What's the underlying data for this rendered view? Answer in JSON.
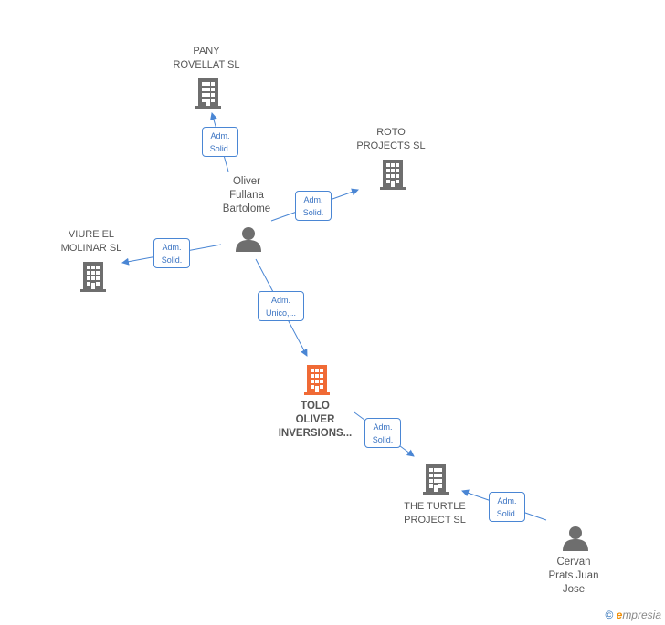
{
  "nodes": {
    "pany": {
      "line1": "PANY",
      "line2": "ROVELLAT SL"
    },
    "roto": {
      "line1": "ROTO",
      "line2": "PROJECTS  SL"
    },
    "viure": {
      "line1": "VIURE EL",
      "line2": "MOLINAR  SL"
    },
    "oliver": {
      "line1": "Oliver",
      "line2": "Fullana",
      "line3": "Bartolome"
    },
    "tolo": {
      "line1": "TOLO",
      "line2": "OLIVER",
      "line3": "INVERSIONS..."
    },
    "turtle": {
      "line1": "THE TURTLE",
      "line2": "PROJECT  SL"
    },
    "cervan": {
      "line1": "Cervan",
      "line2": "Prats Juan",
      "line3": "Jose"
    }
  },
  "edges": {
    "e1": {
      "l1": "Adm.",
      "l2": "Solid."
    },
    "e2": {
      "l1": "Adm.",
      "l2": "Solid."
    },
    "e3": {
      "l1": "Adm.",
      "l2": "Solid."
    },
    "e4": {
      "l1": "Adm.",
      "l2": "Unico,..."
    },
    "e5": {
      "l1": "Adm.",
      "l2": "Solid."
    },
    "e6": {
      "l1": "Adm.",
      "l2": "Solid."
    }
  },
  "footer": {
    "copyright": "©",
    "e": "e",
    "brand": "mpresia"
  },
  "colors": {
    "edge": "#4a86d4",
    "company": "#6e6e6e",
    "main_company": "#f06a35",
    "person": "#6e6e6e"
  }
}
